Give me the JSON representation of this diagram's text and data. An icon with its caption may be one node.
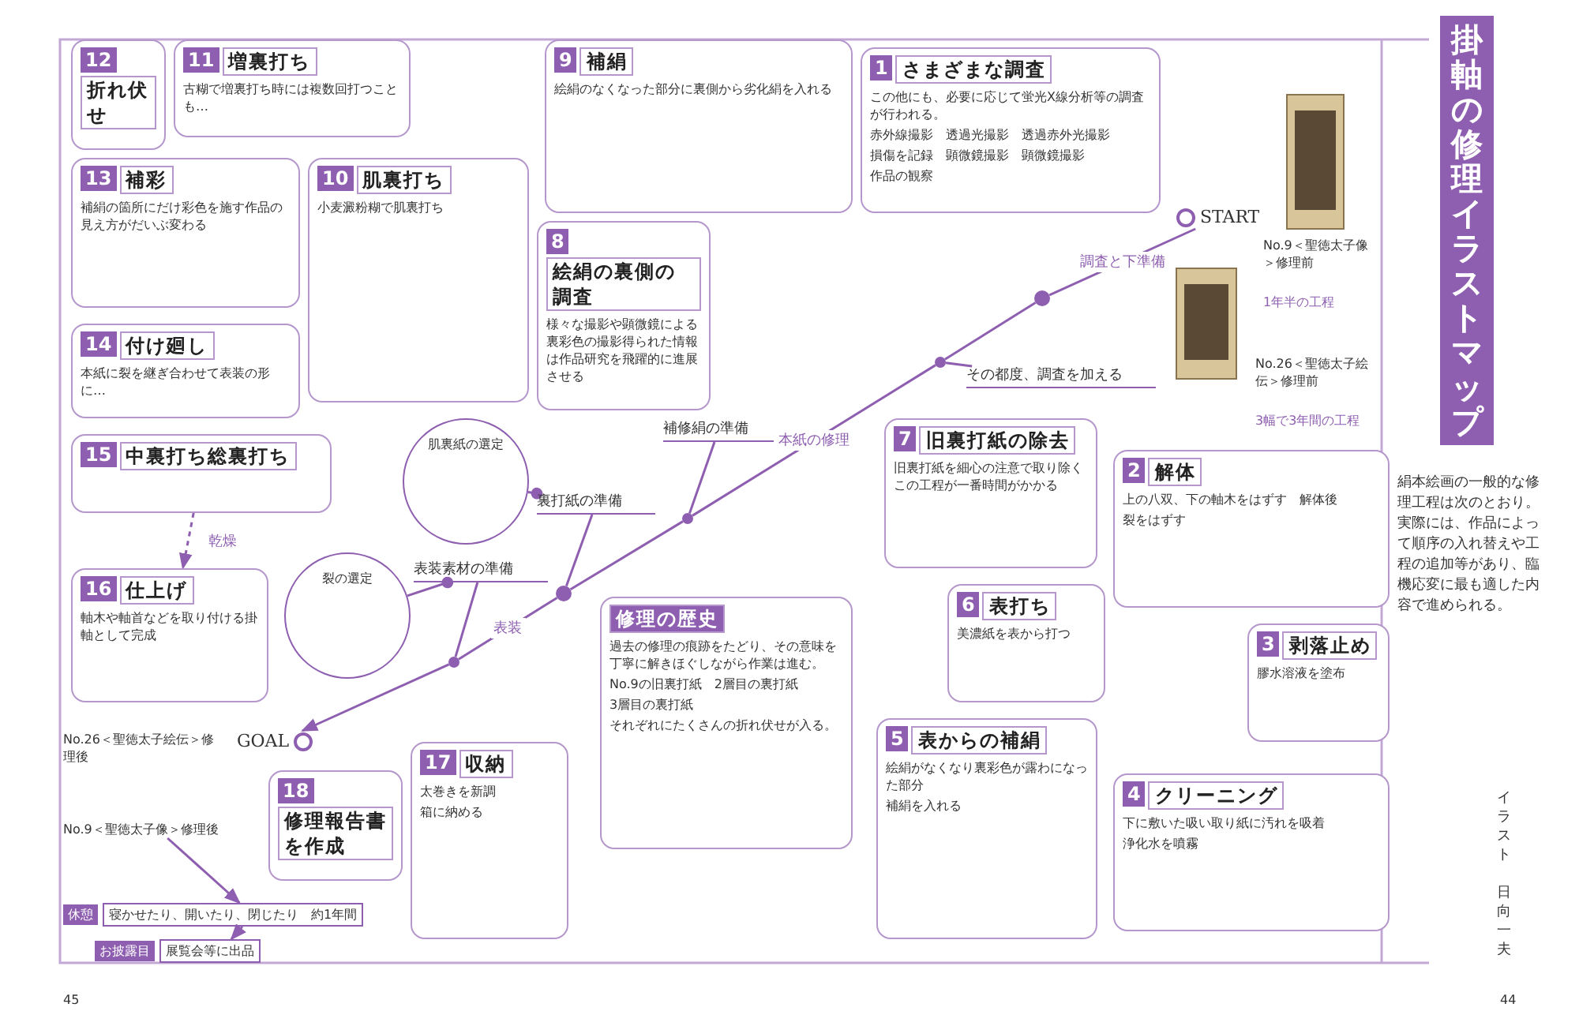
{
  "diagram": {
    "title": "掛軸の修理イラストマップ",
    "nodes": [
      {
        "text": [
          "START"
        ]
      },
      {
        "text": [
          "1",
          "さまざまな調査",
          "この他にも、必要に応じて蛍光X線分析等の調査が行われる。",
          "赤外線撮影",
          "透過光撮影",
          "透過赤外光撮影",
          "損傷を記録",
          "顕微鏡撮影",
          "顕微鏡撮影",
          "作品の観察"
        ]
      },
      {
        "text": [
          "2",
          "解体",
          "上の八双、下の軸木をはずす",
          "解体後",
          "裂をはずす"
        ]
      },
      {
        "text": [
          "3",
          "剥落止め",
          "膠水溶液を塗布"
        ]
      },
      {
        "text": [
          "4",
          "クリーニング",
          "下に敷いた吸い取り紙に汚れを吸着",
          "浄化水を噴霧"
        ]
      },
      {
        "text": [
          "5",
          "表からの補絹",
          "絵絹がなくなり裏彩色が露わになった部分",
          "補絹を入れる"
        ]
      },
      {
        "text": [
          "6",
          "表打ち",
          "美濃紙を表から打つ"
        ]
      },
      {
        "text": [
          "7",
          "旧裏打紙の除去",
          "旧裏打紙を細心の注意で取り除くこの工程が一番時間がかかる"
        ]
      },
      {
        "text": [
          "8",
          "絵絹の裏側の調査",
          "様々な撮影や顕微鏡による裏彩色の撮影得られた情報は作品研究を飛躍的に進展させる"
        ]
      },
      {
        "text": [
          "9",
          "補絹",
          "絵絹のなくなった部分に裏側から劣化絹を入れる"
        ]
      },
      {
        "text": [
          "10",
          "肌裏打ち",
          "小麦澱粉糊で肌裏打ち"
        ]
      },
      {
        "text": [
          "11",
          "増裏打ち",
          "古糊で増裏打ち時には複数回打つことも…"
        ]
      },
      {
        "text": [
          "12",
          "折れ伏せ"
        ]
      },
      {
        "text": [
          "13",
          "補彩",
          "補絹の箇所にだけ彩色を施す作品の見え方がだいぶ変わる"
        ]
      },
      {
        "text": [
          "14",
          "付け廻し",
          "本紙に裂を継ぎ合わせて表装の形に…"
        ]
      },
      {
        "text": [
          "15",
          "中裏打ち総裏打ち"
        ]
      },
      {
        "text": [
          "16",
          "仕上げ",
          "軸木や軸首などを取り付ける掛軸として完成"
        ]
      },
      {
        "text": [
          "17",
          "収納",
          "太巻きを新調",
          "箱に納める"
        ]
      },
      {
        "text": [
          "18",
          "修理報告書を作成"
        ]
      },
      {
        "text": [
          "修理の歴史",
          "過去の修理の痕跡をたどり、その意味を丁寧に解きほぐしながら作業は進む。",
          "No.9の旧裏打紙",
          "2層目の裏打紙",
          "3層目の裏打紙",
          "それぞれにたくさんの折れ伏せが入る。"
        ]
      },
      {
        "text": [
          "肌裏紙の選定"
        ]
      },
      {
        "text": [
          "裂の選定"
        ]
      },
      {
        "text": [],
        "shape": "circle"
      },
      {
        "text": [],
        "shape": "circle"
      },
      {
        "text": [],
        "shape": "circle"
      },
      {
        "text": [],
        "shape": "circle"
      },
      {
        "text": [],
        "shape": "circle"
      },
      {
        "text": [
          "その都度、調査を加える"
        ]
      },
      {
        "text": [
          "補修絹の準備"
        ]
      },
      {
        "text": [
          "裏打紙の準備"
        ]
      },
      {
        "text": [
          "表装素材の準備"
        ]
      },
      {
        "text": [
          "GOAL"
        ]
      },
      {
        "text": [
          "No.9＜聖徳太子像＞修理後"
        ]
      },
      {
        "text": [
          "休憩",
          "寝かせたり、開いたり、閉じたり　約1年間"
        ]
      },
      {
        "text": [
          "お披露目",
          "展覧会等に出品"
        ]
      }
    ],
    "edges": [
      {
        "from": 0,
        "to": 22,
        "arrow": "none",
        "label": "調査と下準備"
      },
      {
        "from": 22,
        "to": 23,
        "arrow": "none"
      },
      {
        "from": 23,
        "to": 24,
        "arrow": "none",
        "label": "本紙の修理"
      },
      {
        "from": 24,
        "to": 25,
        "arrow": "none"
      },
      {
        "from": 25,
        "to": 26,
        "arrow": "none",
        "label": "表装"
      },
      {
        "from": 26,
        "to": 31,
        "arrow": "to"
      },
      {
        "from": 23,
        "to": 27,
        "arrow": "none"
      },
      {
        "from": 24,
        "to": 28,
        "arrow": "none"
      },
      {
        "from": 25,
        "to": 29,
        "arrow": "none"
      },
      {
        "from": 26,
        "to": 30,
        "arrow": "none"
      },
      {
        "from": 20,
        "to": 29,
        "arrow": "other"
      },
      {
        "from": 21,
        "to": 30,
        "arrow": "other"
      },
      {
        "from": 15,
        "to": 16,
        "arrow": "to",
        "style": "dashed",
        "label": "乾燥"
      },
      {
        "from": 32,
        "to": 33,
        "arrow": "to"
      },
      {
        "from": 33,
        "to": 34,
        "arrow": "to"
      }
    ],
    "labels": [
      "絹本絵画の一般的な修理工程は次のとおり。実際には、作品によって順序の入れ替えや工程の追加等があり、臨機応変に最も適した内容で進められる。",
      "イラスト",
      "No.9＜聖徳太子像＞修理前",
      "1年半の工程",
      "No.26＜聖徳太子絵伝＞修理前",
      "3幅で3年間の工程",
      "No.26＜聖徳太子絵伝＞修理後",
      "45",
      "44",
      "日向一夫"
    ]
  }
}
